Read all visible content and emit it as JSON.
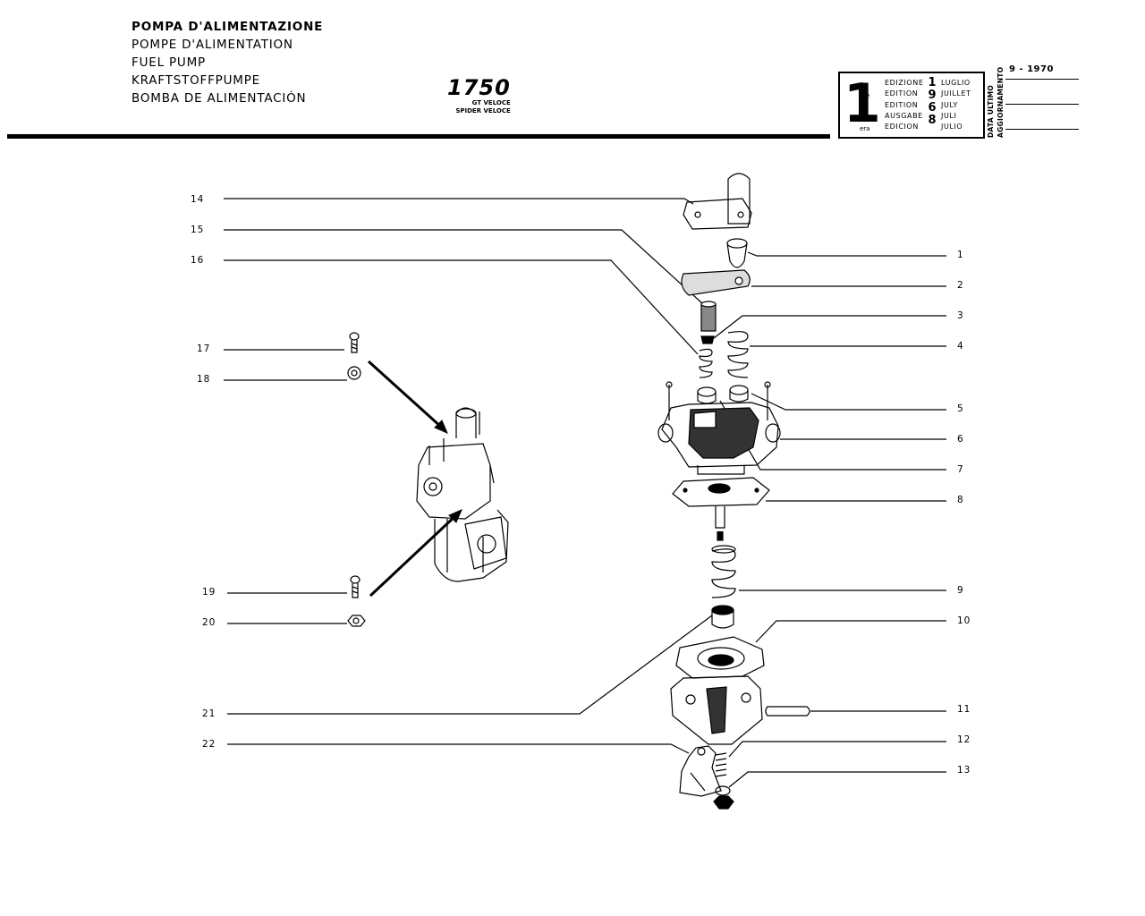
{
  "titles": {
    "it": "POMPA D'ALIMENTAZIONE",
    "fr": "POMPE D'ALIMENTATION",
    "en": "FUEL PUMP",
    "de": "KRAFTSTOFFPUMPE",
    "es": "BOMBA DE ALIMENTACIÓN"
  },
  "model": {
    "number": "1750",
    "variant_1": "GT VELOCE",
    "variant_2": "SPIDER VELOCE"
  },
  "edition": {
    "numeral": "1",
    "suffixes": [
      "a",
      "ere",
      "st",
      ".",
      "era"
    ],
    "labels": [
      "EDIZIONE",
      "EDITION",
      "EDITION",
      "AUSGABE",
      "EDICION"
    ],
    "year_digits": [
      "1",
      "9",
      "6",
      "8"
    ],
    "months": [
      "LUGLIO",
      "JUILLET",
      "JULY",
      "JULI",
      "JULIO"
    ]
  },
  "update": {
    "label_1": "DATA ULTIMO",
    "label_2": "AGGIORNAMENTO",
    "date": "9 - 1970"
  },
  "callouts_left": [
    "14",
    "15",
    "16",
    "17",
    "18",
    "19",
    "20",
    "21",
    "22"
  ],
  "callouts_right": [
    "1",
    "2",
    "3",
    "4",
    "5",
    "6",
    "7",
    "8",
    "9",
    "10",
    "11",
    "12",
    "13"
  ]
}
